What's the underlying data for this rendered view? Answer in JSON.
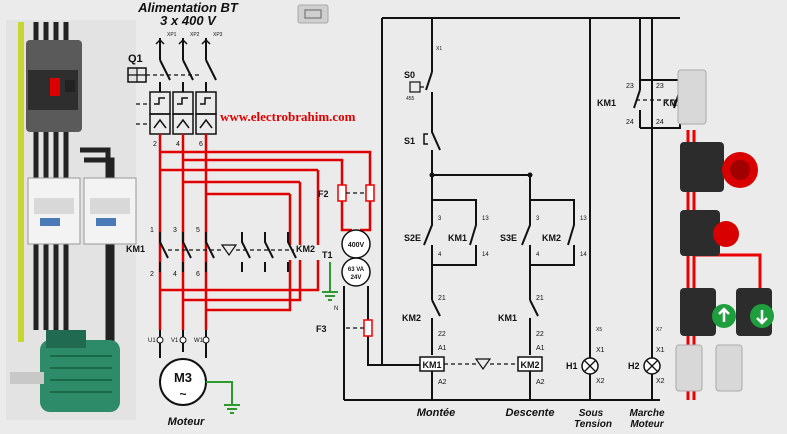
{
  "title": {
    "line1": "Alimentation BT",
    "line2": "3 x 400 V"
  },
  "watermark": "www.electrobrahim.com",
  "power": {
    "xp1": "XP1",
    "xp2": "XP2",
    "xp3": "XP3",
    "q1": "Q1",
    "t2": "2",
    "t4": "4",
    "t6": "6",
    "km1": "KM1",
    "km2": "KM2",
    "c1": "1",
    "c3": "3",
    "c5": "5",
    "c2": "2",
    "c4": "4",
    "c6": "6",
    "u1": "U1",
    "v1": "V1",
    "w1": "W1",
    "motor_symbol": "M3",
    "motor_ac": "~",
    "motor_label": "Moteur"
  },
  "transformer": {
    "f2": "F2",
    "f3": "F3",
    "t1": "T1",
    "primary": "400V",
    "rating": "63 VA",
    "secondary": "24V",
    "n": "N"
  },
  "control": {
    "x1": "X1",
    "s0": "S0",
    "s0_code": "455",
    "s1": "S1",
    "s2": "S2E",
    "s3": "S3E",
    "km1_hold": "KM1",
    "km2_hold": "KM2",
    "n3a": "3",
    "n4a": "4",
    "n13a": "13",
    "n14a": "14",
    "n3b": "3",
    "n4b": "4",
    "n13b": "13",
    "n14b": "14",
    "km2_interlock": "KM2",
    "km1_interlock": "KM1",
    "n21a": "21",
    "n22a": "22",
    "n21b": "21",
    "n22b": "22",
    "a1a": "A1",
    "a1b": "A1",
    "a2a": "A2",
    "a2b": "A2",
    "coil1": "KM1",
    "coil2": "KM2",
    "km1_sig": "KM1",
    "km2_sig": "KM2",
    "n23a": "23",
    "n24a": "24",
    "n23b": "23",
    "n24b": "24",
    "x5": "X5",
    "x7": "X7",
    "x1a": "X1",
    "x1b": "X1",
    "x2a": "X2",
    "x2b": "X2",
    "h1": "H1",
    "h2": "H2"
  },
  "footer": {
    "montee": "Montée",
    "descente": "Descente",
    "sous": "Sous",
    "tension": "Tension",
    "marche": "Marche",
    "moteur": "Moteur"
  }
}
